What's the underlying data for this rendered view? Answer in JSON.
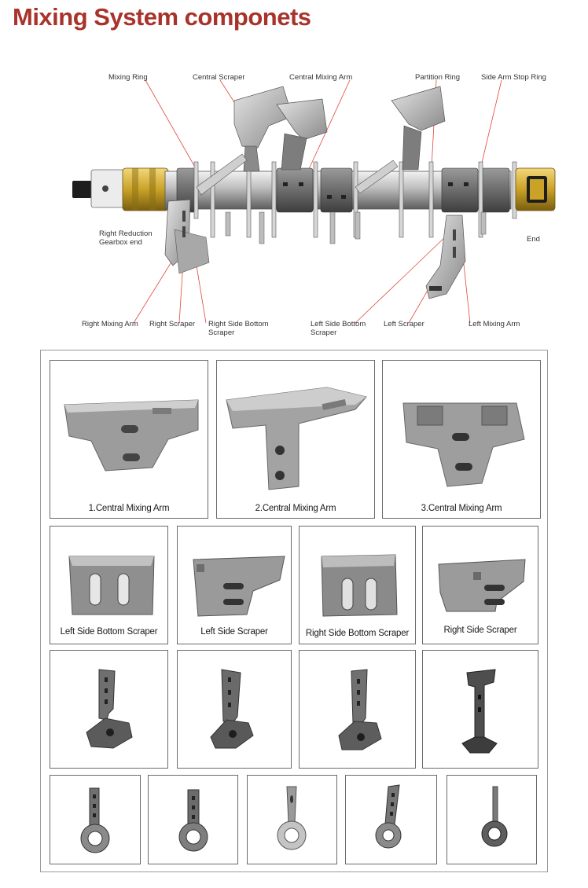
{
  "title": "Mixing System componets",
  "colors": {
    "title": "#a8332b",
    "leader_line": "#e0473c",
    "metal_light": "#c9c9c9",
    "metal_mid": "#9a9a9a",
    "metal_dark": "#5d5d5d",
    "gearbox_brass": "#c9a227"
  },
  "diagram": {
    "callouts": {
      "mixing_ring": "Mixing Ring",
      "central_scraper": "Central Scraper",
      "central_mixing_arm": "Central Mixing Arm",
      "partition_ring": "Partition Ring",
      "side_arm_stop_ring": "Side Arm Stop Ring",
      "right_reduction_gearbox_end": "Right Reduction\nGearbox end",
      "end": "End",
      "right_mixing_arm": "Right Mixing Arm",
      "right_scraper": "Right Scraper",
      "right_side_bottom_scraper": "Right Side Bottom\nScraper",
      "left_side_bottom_scraper": "Left Side Bottom\nScraper",
      "left_scraper": "Left Scraper",
      "left_mixing_arm": "Left Mixing Arm"
    }
  },
  "catalog": {
    "row1": [
      {
        "caption": "1.Central Mixing Arm",
        "icon": "central-mixing-arm-1"
      },
      {
        "caption": "2.Central Mixing Arm",
        "icon": "central-mixing-arm-2"
      },
      {
        "caption": "3.Central Mixing Arm",
        "icon": "central-mixing-arm-3"
      }
    ],
    "row2": [
      {
        "caption": "Left Side Bottom Scraper",
        "icon": "left-side-bottom-scraper"
      },
      {
        "caption": "Left Side Scraper",
        "icon": "left-side-scraper"
      },
      {
        "caption": "Right Side Bottom Scraper",
        "icon": "right-side-bottom-scraper"
      },
      {
        "caption": "Right Side Scraper",
        "icon": "right-side-scraper"
      }
    ],
    "row3_icons": [
      "mixing-arm-a",
      "mixing-arm-b",
      "mixing-arm-c",
      "mixing-arm-d"
    ],
    "row4_icons": [
      "ring-arm-a",
      "ring-arm-b",
      "ring-arm-c",
      "ring-arm-d",
      "ring-arm-e"
    ]
  }
}
